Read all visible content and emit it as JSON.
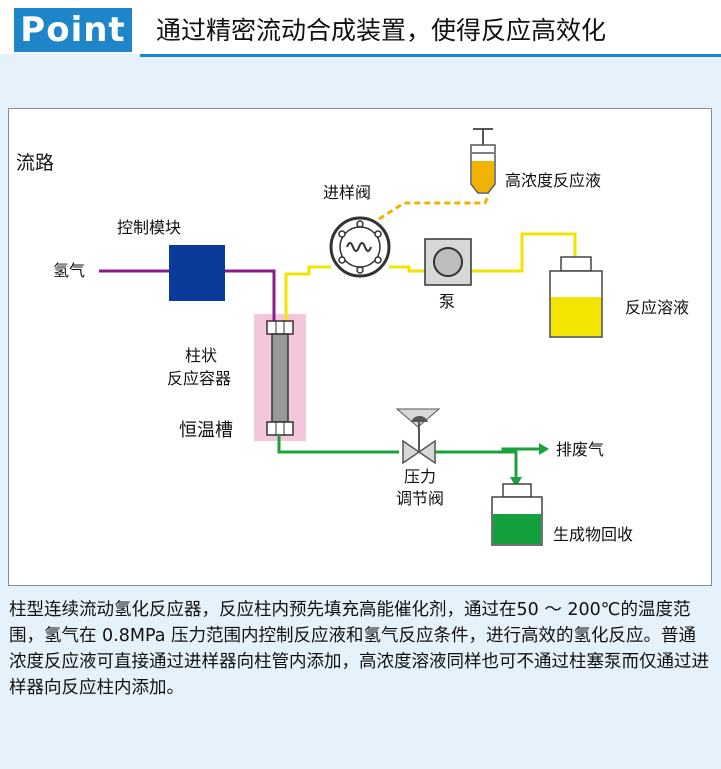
{
  "header": {
    "tag": "Point",
    "title": "通过精密流动合成装置，使得反应高效化"
  },
  "diagram": {
    "flow_title": "流路",
    "labels": {
      "high_conc": "高浓度反应液",
      "injection_valve": "进样阀",
      "control_module": "控制模块",
      "hydrogen": "氢气",
      "pump": "泵",
      "reaction_solution": "反应溶液",
      "column_line1": "柱状",
      "column_line2": "反应容器",
      "thermostat": "恒温槽",
      "exhaust": "排废气",
      "pressure_line1": "压力",
      "pressure_line2": "调节阀",
      "product": "生成物回收"
    },
    "colors": {
      "hydrogen_line": "#8b1a8b",
      "solution_line": "#f2e600",
      "product_line": "#1aa33a",
      "control_module": "#0a3a9a",
      "thermostat_bath": "#f4c6dc",
      "high_conc_liquid": "#f0b400",
      "product_liquid": "#14a03c"
    }
  },
  "description": "柱型连续流动氢化反应器，反应柱内预先填充高能催化剂，通过在50 ～ 200℃的温度范围，氢气在 0.8MPa 压力范围内控制反应液和氢气反应条件，进行高效的氢化反应。普通浓度反应液可直接通过进样器向柱管内添加，高浓度溶液同样也可不通过柱塞泵而仅通过进样器向反应柱内添加。"
}
